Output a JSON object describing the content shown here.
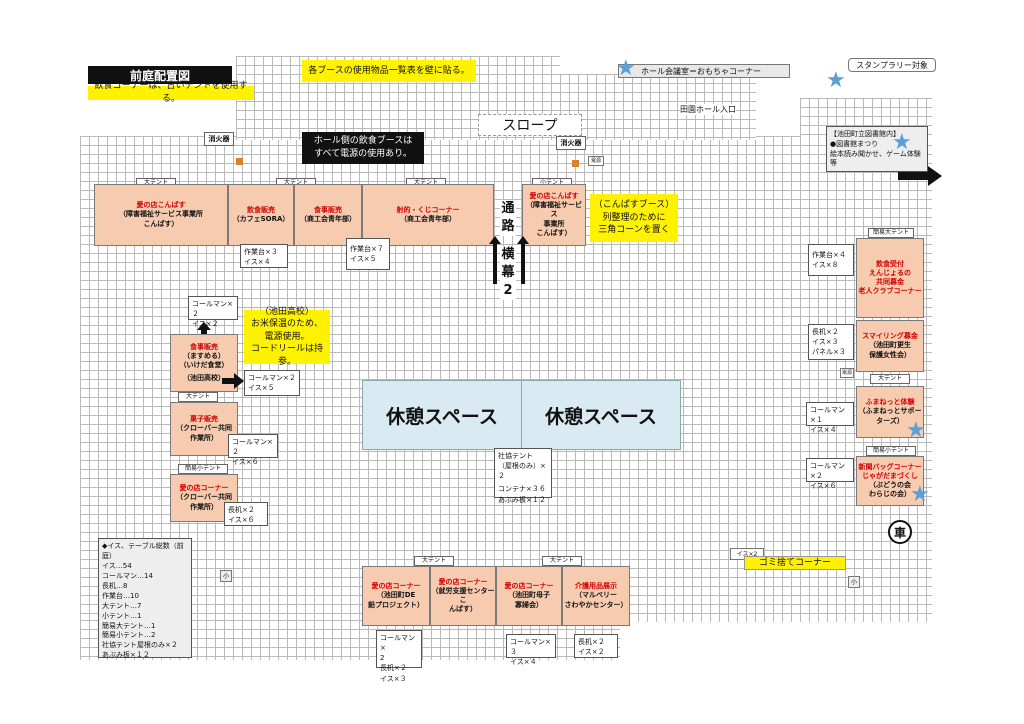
{
  "title": "前庭配置図",
  "notes": {
    "food_corner": "飲食コーナーは、古いテントを使用する。",
    "item_list": "各ブースの使用物品一覧表を壁に貼る。",
    "hall_side": [
      "ホール側の飲食ブースは",
      "すべて電源の使用あり。"
    ],
    "ikeda_hs": [
      "（池田高校）",
      "お米保温のため、",
      "電源使用。",
      "コードリールは持参。"
    ],
    "konpas_booth": [
      "（こんぱすブース）",
      "列整理のために",
      "三角コーンを置く"
    ]
  },
  "legend": {
    "hall_meeting": "ホール会議室＝おもちゃコーナー",
    "stamp_rally": "スタンプラリー対象"
  },
  "labels": {
    "slope": "スロープ",
    "fire_ext_1": "消火器",
    "fire_ext_2": "消火器",
    "entrance": "田園ホール入口",
    "library": [
      "【池田町立図書館内】",
      "●図書館まつり",
      "絵本読み聞かせ、ゲーム体験",
      "等"
    ],
    "passage_1": "通",
    "passage_2": "路",
    "banner_1": "横",
    "banner_2": "幕",
    "banner_3": "2",
    "rest_left": "休憩スペース",
    "rest_right": "休憩スペース",
    "car": "車",
    "trash_corner": "ゴミ捨てコーナー",
    "trash_chairs": "イス×2",
    "small_mark": "小"
  },
  "tents": {
    "top_large_1": "大テント",
    "top_large_2": "大テント",
    "top_large_3": "大テント",
    "top_small": "小テント",
    "left_large": "大テント",
    "left_simple_small": "簡易小テント",
    "right_simple_large": "簡易大テント",
    "right_large": "大テント",
    "right_simple_small": "簡易小テント",
    "bottom_large_1": "大テント",
    "bottom_large_2": "大テント"
  },
  "booths": {
    "t1": {
      "name": "愛の店こんぱす",
      "org": [
        "（障害福祉サービス事業所",
        "こんぱす）"
      ]
    },
    "t2": {
      "name": "飲食販売",
      "org": [
        "（カフェSORA）"
      ]
    },
    "t3": {
      "name": "食事販売",
      "org": [
        "（商工会青年部）"
      ]
    },
    "t4": {
      "name": "射的・くじコーナー",
      "org": [
        "（商工会青年部）"
      ]
    },
    "t5": {
      "name": "愛の店こんぱす",
      "org": [
        "（障害福祉サービス",
        "事業所",
        "こんぱす）"
      ]
    },
    "l1": {
      "name": "食事販売",
      "org": [
        "（ますめる）",
        "（いけだ食堂）",
        "",
        "（池田高校）"
      ]
    },
    "l2": {
      "name": "菓子販売",
      "org": [
        "（クローバー共同",
        "作業所）"
      ]
    },
    "l3": {
      "name": "愛の店コーナー",
      "org": [
        "（クローバー共同",
        "作業所）"
      ]
    },
    "r1": {
      "name": "飲食受付",
      "sub": [
        "えんじょるの",
        "共同募金",
        "老人クラブコーナー"
      ]
    },
    "r2": {
      "name": "スマイリング募金",
      "org": [
        "（池田町更生",
        "保護女性会）"
      ]
    },
    "r3": {
      "name": "ふまねっと体験",
      "org": [
        "（ふまねっとサポー",
        "ターズ）"
      ]
    },
    "r4": {
      "name": "新聞バッグコーナー",
      "sub": [
        "じゃがだまづくし"
      ],
      "org": [
        "（ぶどうの会",
        "わらじの会）"
      ]
    },
    "b1": {
      "name": "愛の店コーナー",
      "org": [
        "（池田町DE",
        "鉛プロジェクト）"
      ]
    },
    "b2": {
      "name": "愛の店コーナー",
      "org": [
        "（就労支援センターこ",
        "んぱす）"
      ]
    },
    "b3": {
      "name": "愛の店コーナー",
      "org": [
        "（池田町母子",
        "寡婦会）"
      ]
    },
    "b4": {
      "name": "介護用品展示",
      "org": [
        "（マルベリー",
        "さわやかセンター）"
      ]
    }
  },
  "equipment": {
    "t_1": [
      "作業台×３",
      "イス×４"
    ],
    "t_2": [
      "作業台×７",
      "イス×５"
    ],
    "l_1": [
      "コールマン×２",
      "イス×２"
    ],
    "l_2": [
      "コールマン×２",
      "イス×５"
    ],
    "l_3": [
      "コールマン×２",
      "イス×６"
    ],
    "l_4": [
      "長机×２",
      "イス×６"
    ],
    "r_1": [
      "作業台×４",
      "イス×８"
    ],
    "r_2": [
      "長机×２",
      "イス×３",
      "パネル×３"
    ],
    "r_3": [
      "コールマン×１",
      "イス×４"
    ],
    "r_4": [
      "コールマン×２",
      "イス×６"
    ],
    "center": [
      "社協テント",
      "（屋根のみ）×２",
      "",
      "コンテナ×３６",
      "あぶみ板×１２"
    ],
    "b_1": [
      "コールマン×",
      "2",
      "長机×２",
      "イス×３"
    ],
    "b_2": [
      "コールマン×３",
      "イス×４"
    ],
    "b_3": [
      "長机×２",
      "イス×２"
    ],
    "power_tag": "電源",
    "power_tag_2": "電源"
  },
  "totals": {
    "title": "◆イス、テーブル総数（前庭）",
    "lines": [
      "イス…54",
      "コールマン…14",
      "長机…8",
      "作業台…10",
      "大テント…7",
      "小テント…1",
      "簡易大テント…1",
      "簡易小テント…2",
      "社協テント屋根のみ×２",
      "あぶみ板×１２"
    ]
  }
}
